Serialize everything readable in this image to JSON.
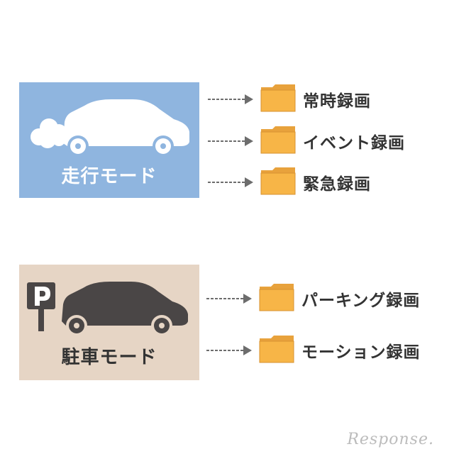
{
  "drive_mode": {
    "label": "走行モード",
    "color": "#8fb5df",
    "icon": "car-with-exhaust-icon",
    "outputs": [
      "常時録画",
      "イベント録画",
      "緊急録画"
    ]
  },
  "parking_mode": {
    "label": "駐車モード",
    "color": "#e6d5c5",
    "icon": "parked-car-icon",
    "outputs": [
      "パーキング録画",
      "モーション録画"
    ]
  },
  "folder_color": "#f7b547",
  "arrow_color": "#6d6d6d",
  "watermark": "Response."
}
